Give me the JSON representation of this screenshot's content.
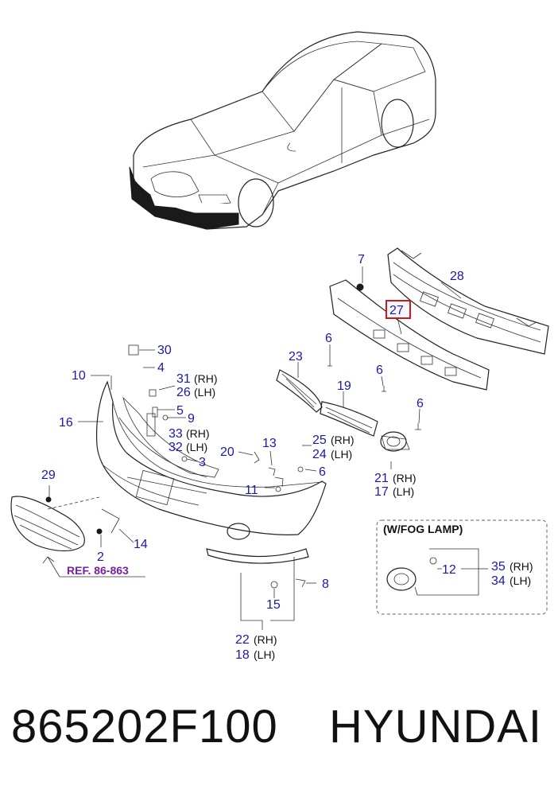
{
  "footer": {
    "part_number": "865202F100",
    "brand": "HYUNDAI"
  },
  "reference": "REF. 86-863",
  "fog_lamp_title": "(W/FOG LAMP)",
  "highlighted_callout": "27",
  "colors": {
    "callout_text": "#1a1aa6",
    "highlight_box": "#d01818",
    "reference_text": "#7a1fa2"
  },
  "callouts": {
    "c2": "2",
    "c3": "3",
    "c4": "4",
    "c5": "5",
    "c6a": "6",
    "c6b": "6",
    "c6c": "6",
    "c6d": "6",
    "c7": "7",
    "c8": "8",
    "c9": "9",
    "c10": "10",
    "c11": "11",
    "c12": "12",
    "c13": "13",
    "c14": "14",
    "c15": "15",
    "c16": "16",
    "c17": "17",
    "c18": "18",
    "c19": "19",
    "c20": "20",
    "c21": "21",
    "c22": "22",
    "c23": "23",
    "c24": "24",
    "c25": "25",
    "c26": "26",
    "c27": "27",
    "c28": "28",
    "c29": "29",
    "c30": "30",
    "c31": "31",
    "c32": "32",
    "c33": "33",
    "c34": "34",
    "c35": "35"
  },
  "sides": {
    "rh": "(RH)",
    "lh": "(LH)"
  }
}
